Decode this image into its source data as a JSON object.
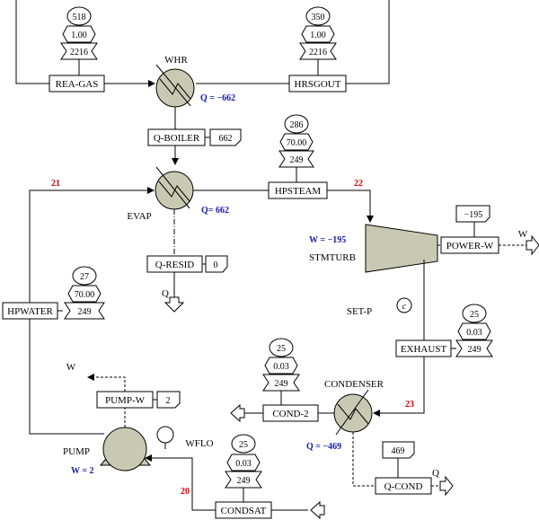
{
  "blocks": {
    "rea_gas": "REA-GAS",
    "hrsgout": "HRSGOUT",
    "q_boiler": "Q-BOILER",
    "hpsteam": "HPSTEAM",
    "q_resid": "Q-RESID",
    "power_w": "POWER-W",
    "hpwater": "HPWATER",
    "exhaust": "EXHAUST",
    "cond_2": "COND-2",
    "pump_w": "PUMP-W",
    "q_cond": "Q-COND",
    "condsat": "CONDSAT"
  },
  "units": {
    "whr": "WHR",
    "evap": "EVAP",
    "stmturb": "STMTURB",
    "set_p": "SET-P",
    "condenser": "CONDENSER",
    "pump": "PUMP",
    "wflo": "WFLO"
  },
  "streams": {
    "s20": "20",
    "s21": "21",
    "s22": "22",
    "s23": "23"
  },
  "duties": {
    "whr": "Q = −662",
    "evap": "Q= 662",
    "stmturb": "W = −195",
    "condenser": "Q = −469",
    "pump": "W = 2"
  },
  "tags": {
    "rea_gas_t": "518",
    "rea_gas_p": "1.00",
    "rea_gas_f": "2216",
    "hrsgout_t": "350",
    "hrsgout_p": "1.00",
    "hrsgout_f": "2216",
    "hpsteam_t": "286",
    "hpsteam_p": "70.00",
    "hpsteam_f": "249",
    "hpwater_t": "27",
    "hpwater_p": "70.00",
    "hpwater_f": "249",
    "exhaust_t": "25",
    "exhaust_p": "0.03",
    "exhaust_f": "249",
    "cond2_t": "25",
    "cond2_p": "0.03",
    "cond2_f": "249",
    "condsat_t": "25",
    "condsat_p": "0.03",
    "condsat_f": "249",
    "q_boiler_v": "662",
    "q_resid_v": "0",
    "power_w_v": "−195",
    "pump_w_v": "2",
    "q_cond_v": "469",
    "set_p_c": "c"
  },
  "outlets": {
    "q_resid": "Q",
    "power_w": "W",
    "pump_w": "W",
    "q_cond": "Q"
  }
}
